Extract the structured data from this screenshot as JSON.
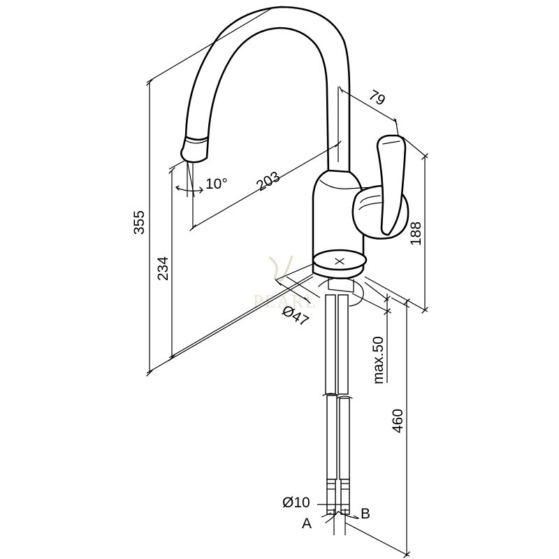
{
  "labels": {
    "height_total": "355",
    "height_spout": "234",
    "reach": "203",
    "lever_offset": "79",
    "lever_height": "188",
    "base_diameter": "Ø47",
    "worktop_thickness": "max.50",
    "hose_length": "460",
    "angle": "10°",
    "connector_diameter": "Ø10",
    "hose_a": "A",
    "hose_b": "B"
  },
  "watermark": {
    "text": "PEARL"
  }
}
